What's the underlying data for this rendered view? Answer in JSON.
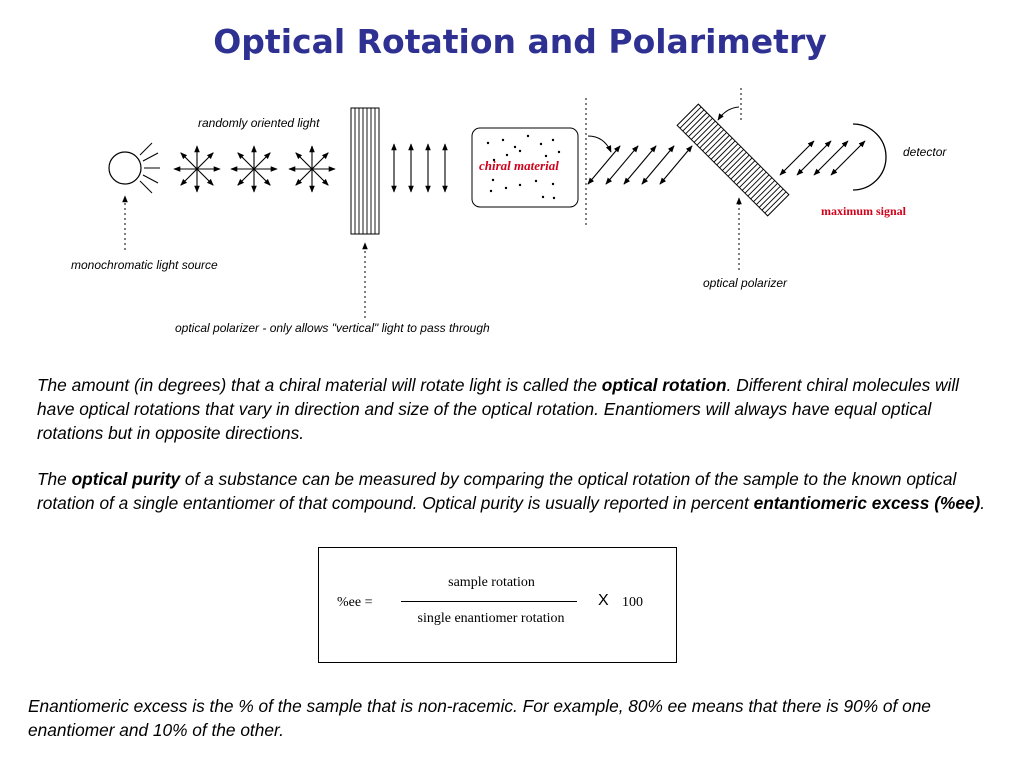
{
  "title": "Optical Rotation and Polarimetry",
  "diagram": {
    "randomly_oriented_light": "randomly oriented light",
    "monochromatic_light_source": "monochromatic light source",
    "chiral_material": "chiral material",
    "first_polarizer": "optical polarizer - only allows \"vertical\" light to pass through",
    "second_polarizer": "optical polarizer",
    "detector": "detector",
    "maximum_signal": "maximum signal",
    "colors": {
      "label_red": "#d0021b",
      "title_blue": "#2e3192"
    }
  },
  "paragraph1": {
    "before": "The amount (in degrees) that a chiral material will rotate light is called the ",
    "bold": "optical rotation",
    "after": ".  Different chiral molecules will have optical rotations that vary in direction and size of the optical rotation.  Enantiomers will always have equal optical rotations but in opposite directions."
  },
  "paragraph2": {
    "p1": "The ",
    "b1": "optical purity",
    "p2": " of a substance can be measured by comparing the optical rotation of the sample to the known optical rotation of a single entantiomer of that compound.  Optical purity is usually reported in percent ",
    "b2": "entantiomeric excess (%ee)",
    "p3": "."
  },
  "formula": {
    "lhs": "%ee =",
    "numerator": "sample rotation",
    "denominator": "single enantiomer rotation",
    "times": "X",
    "factor": "100"
  },
  "footer": "Enantiomeric excess is the % of the sample that is non-racemic.  For example, 80% ee means that there is 90% of one enantiomer and 10% of the other."
}
